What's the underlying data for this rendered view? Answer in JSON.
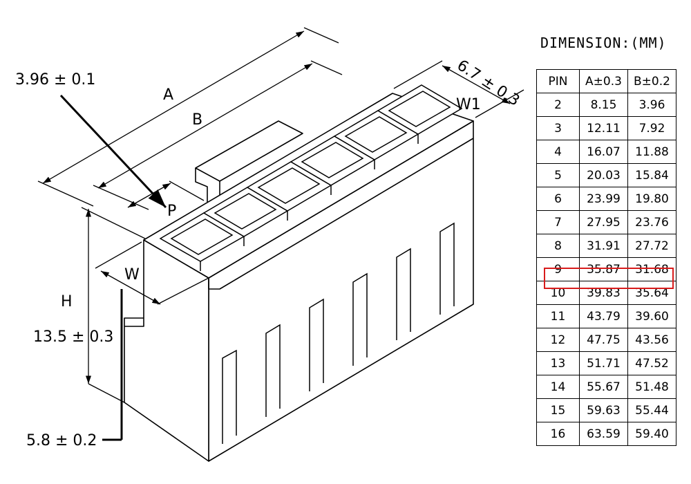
{
  "labels": {
    "pitch": "3.96 ± 0.1",
    "a": "A",
    "b": "B",
    "p": "P",
    "width_top": "6.7 ± 0.3",
    "w1": "W1",
    "w": "W",
    "h": "H",
    "height": "13.5 ± 0.3",
    "base": "5.8 ± 0.2"
  },
  "table": {
    "title": "DIMENSION:(MM)",
    "headers": [
      "PIN",
      "A±0.3",
      "B±0.2"
    ],
    "rows": [
      [
        "2",
        "8.15",
        "3.96"
      ],
      [
        "3",
        "12.11",
        "7.92"
      ],
      [
        "4",
        "16.07",
        "11.88"
      ],
      [
        "5",
        "20.03",
        "15.84"
      ],
      [
        "6",
        "23.99",
        "19.80"
      ],
      [
        "7",
        "27.95",
        "23.76"
      ],
      [
        "8",
        "31.91",
        "27.72"
      ],
      [
        "9",
        "35.87",
        "31.68"
      ],
      [
        "10",
        "39.83",
        "35.64"
      ],
      [
        "11",
        "43.79",
        "39.60"
      ],
      [
        "12",
        "47.75",
        "43.56"
      ],
      [
        "13",
        "51.71",
        "47.52"
      ],
      [
        "14",
        "55.67",
        "51.48"
      ],
      [
        "15",
        "59.63",
        "55.44"
      ],
      [
        "16",
        "63.59",
        "59.40"
      ]
    ],
    "highlight_row": "9",
    "highlight_color": "#d81b1b"
  }
}
